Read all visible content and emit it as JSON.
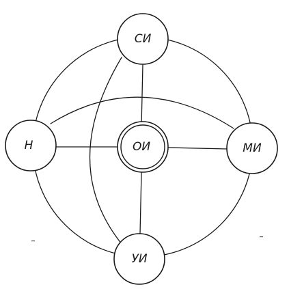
{
  "nodes": {
    "center": {
      "label": "ОИ"
    },
    "top": {
      "label": "СИ"
    },
    "left": {
      "label": "Н"
    },
    "right": {
      "label": "МИ"
    },
    "bottom": {
      "label": "УИ"
    }
  }
}
